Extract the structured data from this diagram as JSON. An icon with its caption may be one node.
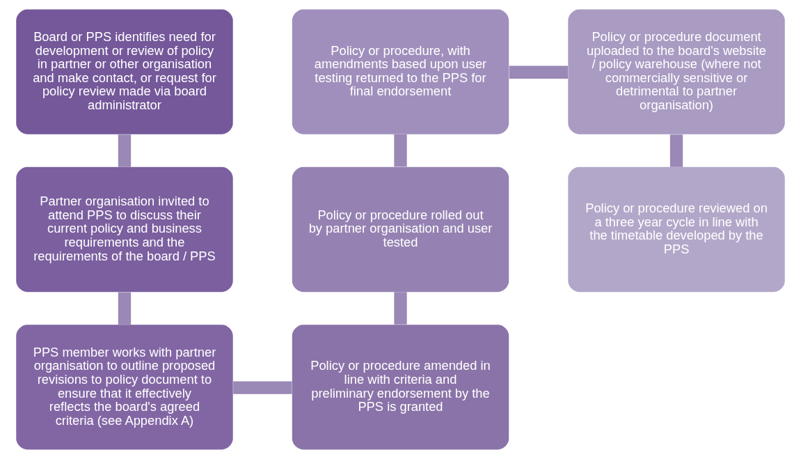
{
  "diagram": {
    "nodes": [
      {
        "text": [
          "Board or PPS identifies need for development or review of policy in partner or other organisation and make contact, or request for policy review made via board administrator"
        ]
      },
      {
        "text": [
          "Partner organisation invited to attend PPS to discuss their current policy and business requirements and the requirements of the board / PPS"
        ]
      },
      {
        "text": [
          "PPS member works with partner organisation to outline proposed revisions to policy document to ensure that it effectively reflects the board's agreed criteria (see Appendix A)"
        ]
      },
      {
        "text": [
          "Policy or procedure amended in line with criteria and preliminary endorsement by the PPS is granted"
        ]
      },
      {
        "text": [
          "Policy or procedure rolled out by partner organisation and user tested"
        ]
      },
      {
        "text": [
          "Policy or procedure, with amendments based upon user testing returned to the PPS for final endorsement"
        ]
      },
      {
        "text": [
          "Policy or procedure document uploaded to the board's website / policy warehouse (where not commercially sensitive or detrimental to partner organisation)"
        ]
      },
      {
        "text": [
          "Policy or procedure reviewed on a three year cycle in line with the timetable developed by the PPS"
        ]
      }
    ],
    "edges": [
      {
        "from": 0,
        "to": 1,
        "arrow": "none"
      },
      {
        "from": 1,
        "to": 2,
        "arrow": "none"
      },
      {
        "from": 2,
        "to": 3,
        "arrow": "none"
      },
      {
        "from": 3,
        "to": 4,
        "arrow": "none"
      },
      {
        "from": 4,
        "to": 5,
        "arrow": "none"
      },
      {
        "from": 5,
        "to": 6,
        "arrow": "none"
      },
      {
        "from": 6,
        "to": 7,
        "arrow": "none"
      }
    ]
  }
}
